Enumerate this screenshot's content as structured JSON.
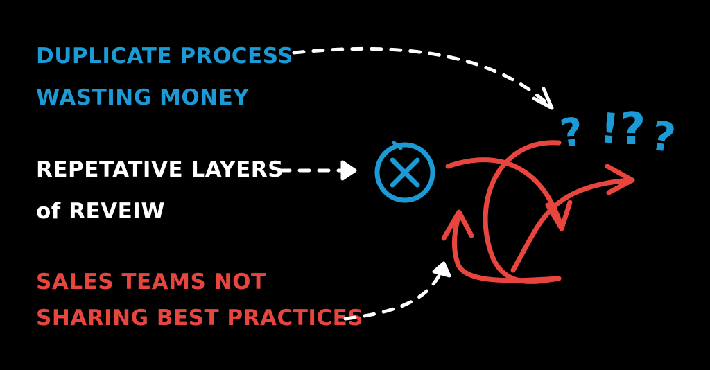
{
  "labels": {
    "duplicate_line1": "DUPLICATE PROCESS",
    "duplicate_line2": "WASTING MONEY",
    "repetitive_line1": "REPETATIVE LAYERS",
    "repetitive_line2": "of REVEIW",
    "sales_line1": "SALES TEAMS NOT",
    "sales_line2": "SHARING BEST PRACTICES"
  },
  "symbols": {
    "q1": "?",
    "bang": "!",
    "q2": "?",
    "q3": "?",
    "cross": "×"
  },
  "colors": {
    "background": "#000000",
    "blue": "#1b9ad6",
    "red": "#e8453e",
    "white": "#ffffff"
  },
  "icons": {
    "cross_circle": "x-circle-icon"
  }
}
